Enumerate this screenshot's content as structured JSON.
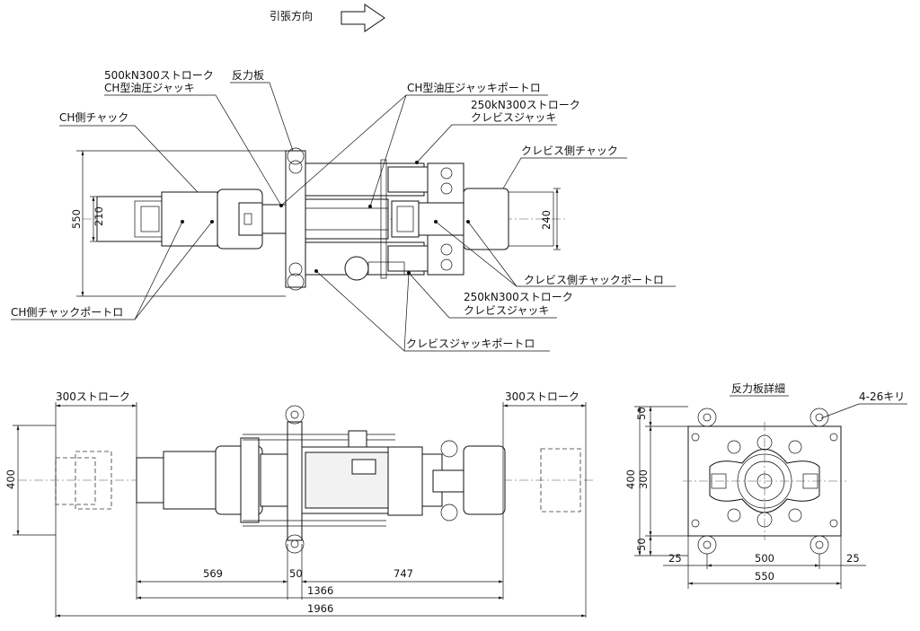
{
  "direction": {
    "label": "引張方向"
  },
  "top_view": {
    "labels": {
      "ch_jack_line1": "500kN300ストローク",
      "ch_jack_line2": "CH型油圧ジャッキ",
      "reaction_plate": "反力板",
      "ch_port": "CH型油圧ジャッキポートロ",
      "clevis_jack_top_line1": "250kN300ストローク",
      "clevis_jack_top_line2": "クレビスジャッキ",
      "ch_chuck": "CH側チャック",
      "clevis_chuck": "クレビス側チャック",
      "clevis_chuck_port": "クレビス側チャックポートロ",
      "clevis_jack_bottom_line1": "250kN300ストローク",
      "clevis_jack_bottom_line2": "クレビスジャッキ",
      "clevis_jack_port": "クレビスジャッキポートロ",
      "ch_chuck_port": "CH側チャックポートロ"
    },
    "dims": {
      "overall_height": "550",
      "ch_chuck_height": "210",
      "clevis_chuck_height": "240"
    }
  },
  "front_view": {
    "labels": {
      "stroke_left": "300ストローク",
      "stroke_right": "300ストローク"
    },
    "dims": {
      "height": "400",
      "left_len": "569",
      "plate": "50",
      "right_len": "747",
      "mid_total": "1366",
      "overall": "1966"
    }
  },
  "plate_detail": {
    "title": "反力板詳細",
    "hole_note": "4-26キリ",
    "dims": {
      "height": "400",
      "hole_pitch_v": "300",
      "margin_top": "50",
      "margin_bottom": "50",
      "margin_left": "25",
      "margin_right": "25",
      "hole_pitch_h": "500",
      "width": "550"
    }
  }
}
